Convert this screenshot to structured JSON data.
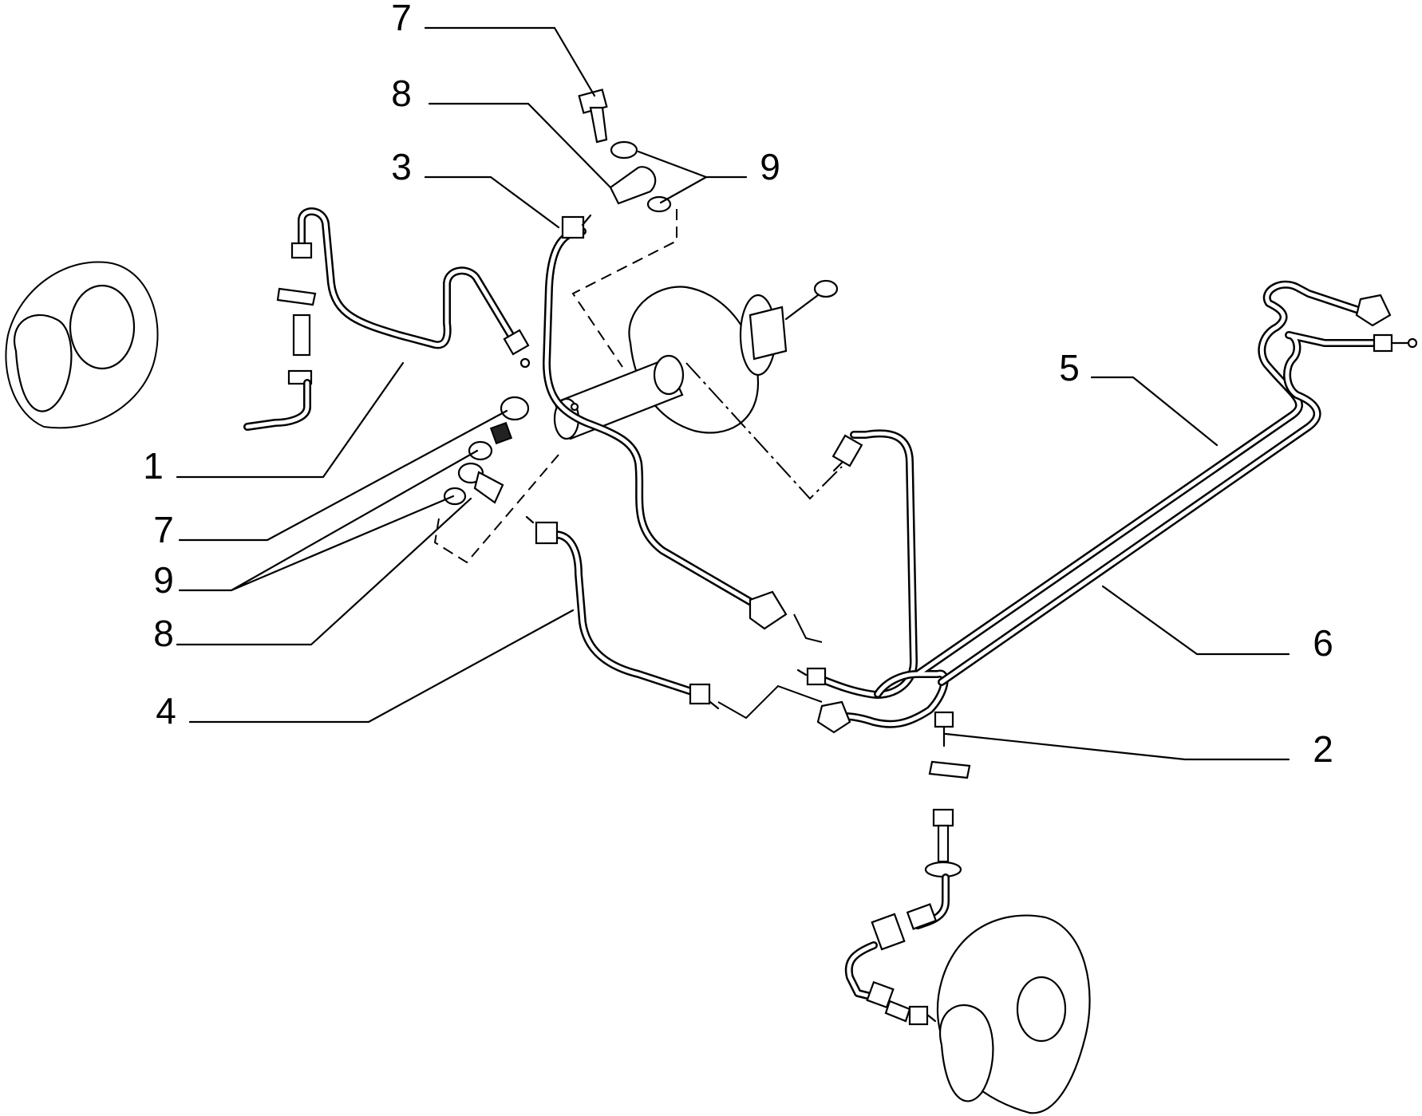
{
  "callouts": [
    {
      "id": "1",
      "text": "1"
    },
    {
      "id": "2",
      "text": "2"
    },
    {
      "id": "3",
      "text": "3"
    },
    {
      "id": "4",
      "text": "4"
    },
    {
      "id": "5",
      "text": "5"
    },
    {
      "id": "6",
      "text": "6"
    },
    {
      "id": "7a",
      "text": "7"
    },
    {
      "id": "7b",
      "text": "7"
    },
    {
      "id": "8a",
      "text": "8"
    },
    {
      "id": "8b",
      "text": "8"
    },
    {
      "id": "9a",
      "text": "9"
    },
    {
      "id": "9b",
      "text": "9"
    }
  ]
}
